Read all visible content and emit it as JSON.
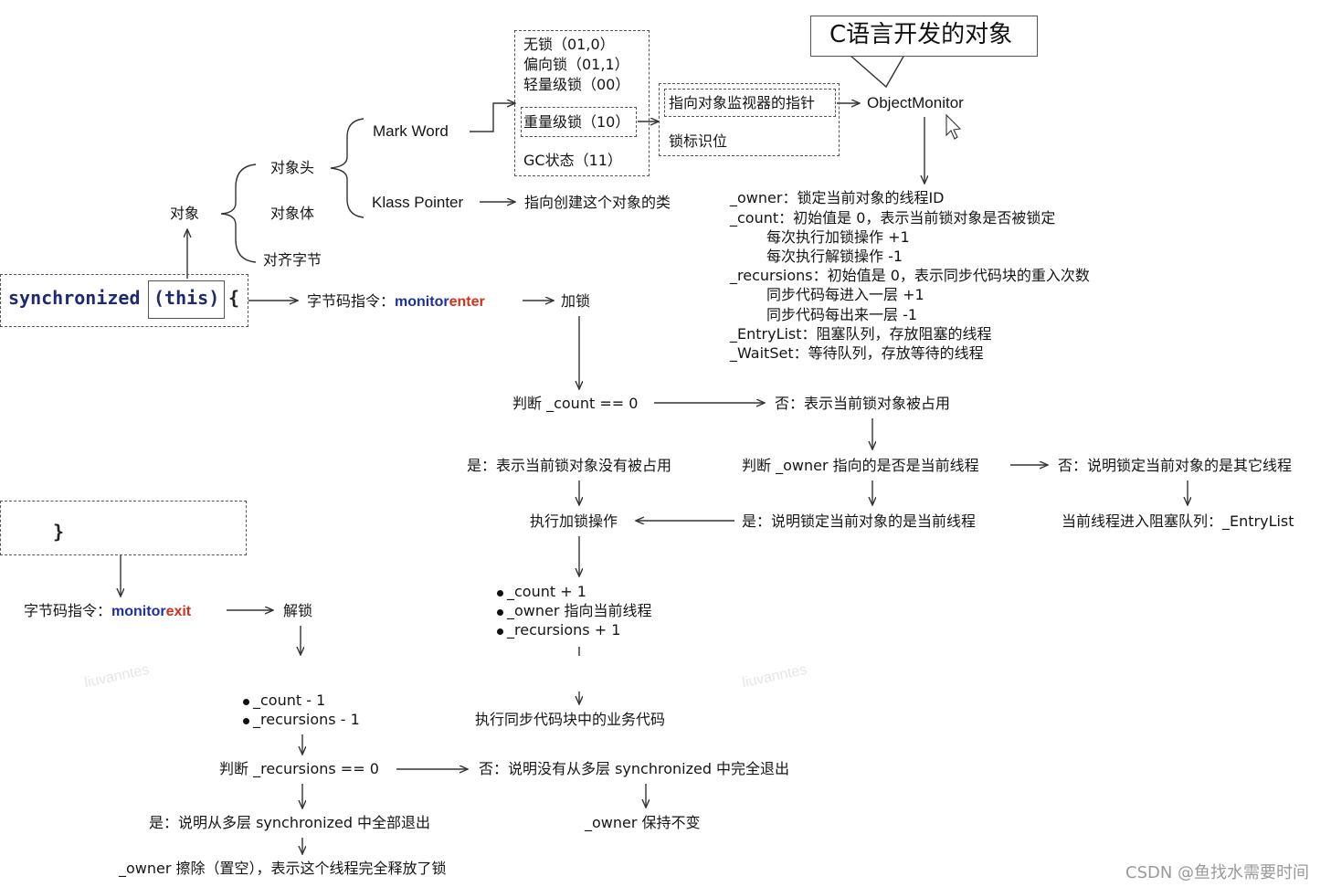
{
  "colors": {
    "keyword_blue": "#1d2fa8",
    "keyword_red": "#d0301c",
    "line": "#333333"
  },
  "callout": {
    "title": "C语言开发的对象"
  },
  "code": {
    "synchronized": "synchronized",
    "this": "(this)",
    "open_brace": "{",
    "close_brace": "}"
  },
  "object_tree": {
    "object": "对象",
    "header": "对象头",
    "body": "对象体",
    "padding": "对齐字节",
    "mark_word": "Mark Word",
    "klass_pointer": "Klass Pointer",
    "klass_desc": "指向创建这个对象的类"
  },
  "lock_states": {
    "no_lock": "无锁（01,0）",
    "biased": "偏向锁（01,1）",
    "light": "轻量级锁（00）",
    "heavy": "重量级锁（10）",
    "gc": "GC状态（11）"
  },
  "monitor_ptr": {
    "pointer": "指向对象监视器的指针",
    "flag": "锁标识位",
    "object_monitor": "ObjectMonitor"
  },
  "monitor_fields": [
    "_owner：锁定当前对象的线程ID",
    "_count：初始值是 0，表示当前锁对象是否被锁定",
    "每次执行加锁操作 +1",
    "每次执行解锁操作  -1",
    "_recursions：初始值是 0，表示同步代码块的重入次数",
    "同步代码每进入一层 +1",
    "同步代码每出来一层 -1",
    "_EntryList：阻塞队列，存放阻塞的线程",
    "_WaitSet：等待队列，存放等待的线程"
  ],
  "enter": {
    "instr_prefix": "字节码指令：",
    "kw_a": "monitor",
    "kw_b": "enter",
    "lock": "加锁",
    "judge_count": "判断 _count == 0",
    "no_occupied": "否：表示当前锁对象被占用",
    "yes_free": "是：表示当前锁对象没有被占用",
    "judge_owner": "判断 _owner 指向的是否是当前线程",
    "no_other": "否：说明锁定当前对象的是其它线程",
    "yes_current": "是：说明锁定当前对象的是当前线程",
    "do_lock": "执行加锁操作",
    "to_entrylist": "当前线程进入阻塞队列：_EntryList",
    "steps": [
      "_count + 1",
      "_owner 指向当前线程",
      "_recursions + 1"
    ],
    "exec_business": "执行同步代码块中的业务代码"
  },
  "exit": {
    "instr_prefix": "字节码指令：",
    "kw_a": "monitor",
    "kw_b": "exit",
    "unlock": "解锁",
    "steps": [
      "_count - 1",
      "_recursions - 1"
    ],
    "judge_rec": "判断 _recursions == 0",
    "no_not_all": "否：说明没有从多层 synchronized 中完全退出",
    "yes_all": "是：说明从多层 synchronized 中全部退出",
    "owner_keep": "_owner 保持不变",
    "owner_clear": "_owner 擦除（置空），表示这个线程完全释放了锁"
  },
  "watermarks": [
    "liuvanntes",
    "liuvanntes"
  ],
  "footer": {
    "credit": "CSDN @鱼找水需要时间"
  }
}
